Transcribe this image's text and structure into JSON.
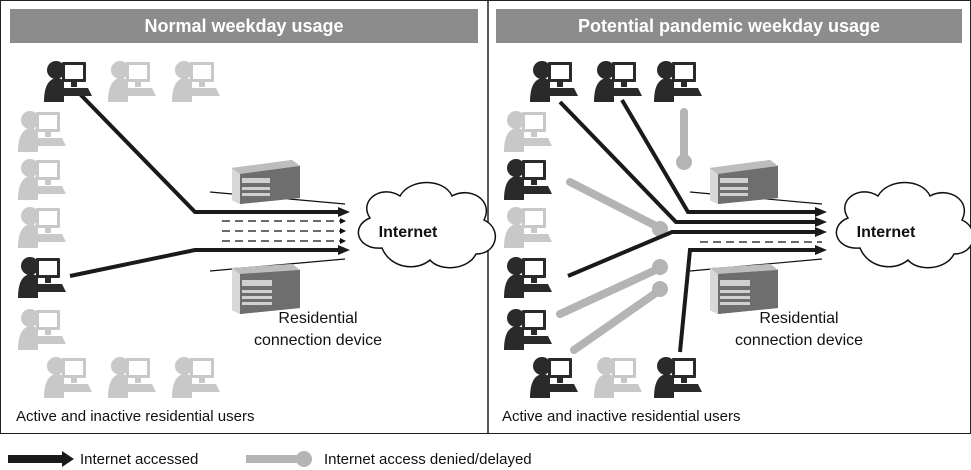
{
  "panels": [
    {
      "title": "Normal weekday usage",
      "cloud_label": "Internet",
      "device_label_line1": "Residential",
      "device_label_line2": "connection device",
      "users_caption": "Active and inactive residential users"
    },
    {
      "title": "Potential pandemic weekday usage",
      "cloud_label": "Internet",
      "device_label_line1": "Residential",
      "device_label_line2": "connection device",
      "users_caption": "Active and inactive residential users"
    }
  ],
  "legend": {
    "accessed_label": "Internet accessed",
    "denied_label": "Internet access denied/delayed"
  },
  "colors": {
    "title_bar": "#8c8c8c",
    "active_user": "#2a2a2a",
    "inactive_user": "#c8c8c8",
    "accessed_line": "#1a1a1a",
    "denied_line": "#b4b4b4"
  }
}
